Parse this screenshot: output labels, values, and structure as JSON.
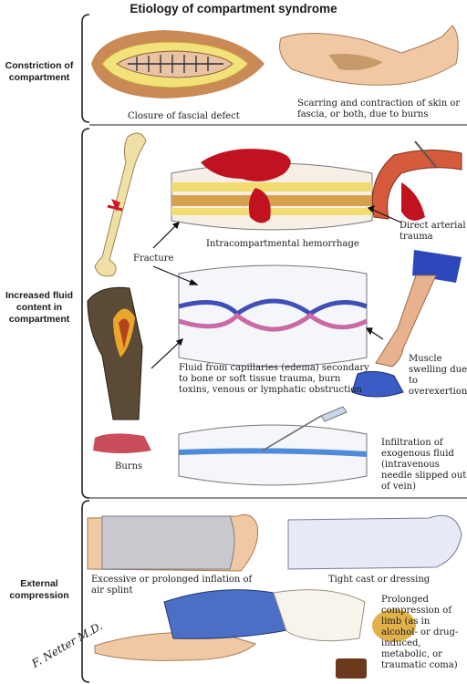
{
  "title": "Etiology of compartment syndrome",
  "sections": {
    "constriction": "Constriction of compartment",
    "fluid": "Increased fluid content in compartment",
    "external": "External compression"
  },
  "captions": {
    "fascial": "Closure of fascial defect",
    "scarring": "Scarring and contraction of skin or fascia, or both, due to burns",
    "hemorrhage": "Intracompartmental hemorrhage",
    "fracture": "Fracture",
    "direct": "Direct arterial trauma",
    "edema": "Fluid from capillaries (edema) secondary to bone or soft tissue trauma, burn toxins, venous or lymphatic obstruction",
    "muscle": "Muscle swelling due to overexertion",
    "burns": "Burns",
    "infiltration": "Infiltration of exogenous fluid (intravenous needle slipped out of vein)",
    "splint": "Excessive or prolonged inflation of air splint",
    "cast": "Tight cast or dressing",
    "prolonged": "Prolonged compression of limb (as in alcohol- or drug-induced, metabolic, or traumatic coma)"
  },
  "signature": "F. Netter M.D."
}
